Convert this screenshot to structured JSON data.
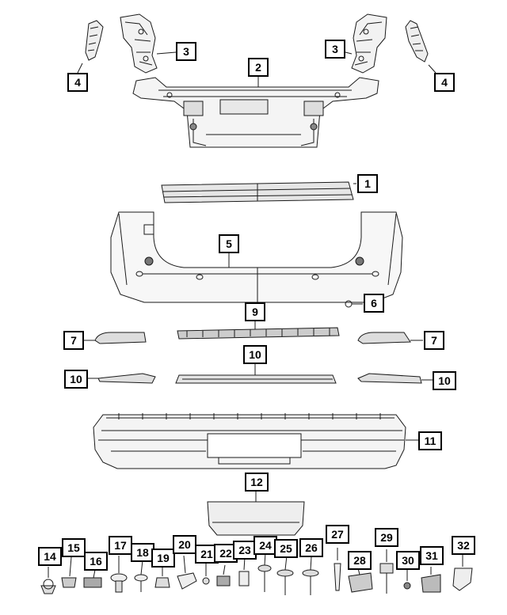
{
  "callouts": {
    "c1": "1",
    "c2": "2",
    "c3": "3",
    "c4": "4",
    "c5": "5",
    "c6": "6",
    "c7": "7",
    "c9": "9",
    "c10": "10",
    "c11": "11",
    "c12": "12",
    "c14": "14",
    "c15": "15",
    "c16": "16",
    "c17": "17",
    "c18": "18",
    "c19": "19",
    "c20": "20",
    "c21": "21",
    "c22": "22",
    "c23": "23",
    "c24": "24",
    "c25": "25",
    "c26": "26",
    "c27": "27",
    "c28": "28",
    "c29": "29",
    "c30": "30",
    "c31": "31",
    "c32": "32"
  },
  "colors": {
    "line": "#1a1a1a",
    "fill": "#ffffff",
    "shade": "#d8d8d8",
    "dark": "#555555"
  }
}
